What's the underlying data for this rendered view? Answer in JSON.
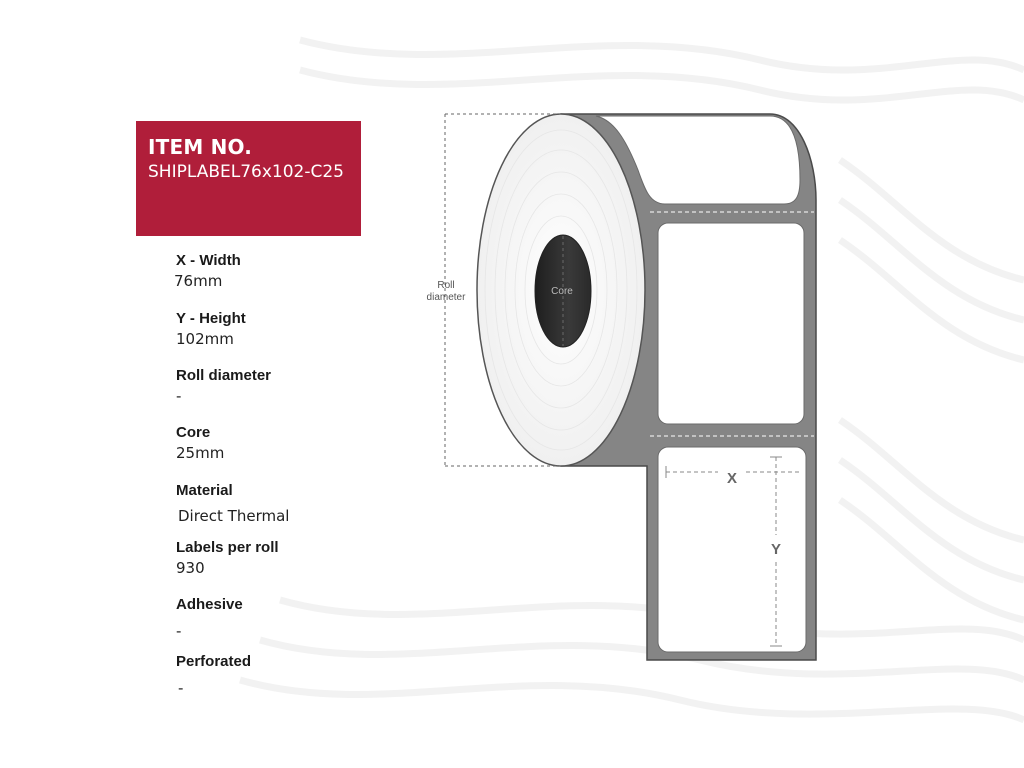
{
  "item": {
    "title": "ITEM NO.",
    "number": "SHIPLABEL76x102-C25"
  },
  "specs": [
    {
      "label": "X - Width",
      "value": "76mm"
    },
    {
      "label": "Y - Height",
      "value": "102mm"
    },
    {
      "label": "Roll diameter",
      "value": "-"
    },
    {
      "label": "Core",
      "value": "25mm"
    },
    {
      "label": "Material",
      "value": "Direct Thermal"
    },
    {
      "label": "Labels per roll",
      "value": "930"
    },
    {
      "label": "Adhesive",
      "value": "-"
    },
    {
      "label": "Perforated",
      "value": "-"
    }
  ],
  "diagram": {
    "roll_diameter_line1": "Roll",
    "roll_diameter_line2": "diameter",
    "core_label": "Core",
    "x_label": "X",
    "y_label": "Y"
  },
  "colors": {
    "accent": "#b01e3a",
    "outline": "#5a5a5a",
    "core": "#2e2e2e"
  }
}
